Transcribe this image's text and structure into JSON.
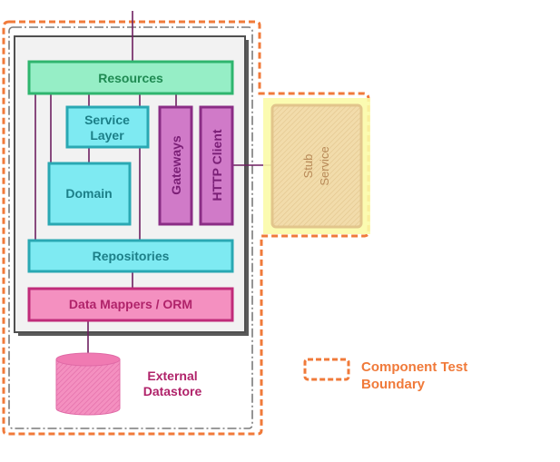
{
  "components": {
    "resources": "Resources",
    "service_layer_line1": "Service",
    "service_layer_line2": "Layer",
    "domain": "Domain",
    "gateways": "Gateways",
    "http_client": "HTTP Client",
    "repositories": "Repositories",
    "data_mappers": "Data Mappers / ORM",
    "stub_service_line1": "Stub",
    "stub_service_line2": "Service",
    "external_datastore_line1": "External",
    "external_datastore_line2": "Datastore"
  },
  "legend": {
    "line1": "Component Test",
    "line2": "Boundary"
  },
  "colors": {
    "green_fill": "#96eec6",
    "green_stroke": "#2fb56e",
    "green_text": "#1f8a52",
    "cyan_fill": "#7eeaf2",
    "cyan_stroke": "#2aa8b3",
    "cyan_text": "#1c7f88",
    "purple_fill": "#d07ac8",
    "purple_stroke": "#8a2d85",
    "purple_text": "#7a1f76",
    "pink_fill": "#f490c0",
    "pink_stroke": "#c02c7a",
    "pink_text": "#b0236a",
    "boundary_orange": "#f07a3a",
    "stub_fill": "#f2dcab",
    "stub_glow": "#fbfba8",
    "stub_text": "#b88a58",
    "connector": "#6e1f60"
  }
}
